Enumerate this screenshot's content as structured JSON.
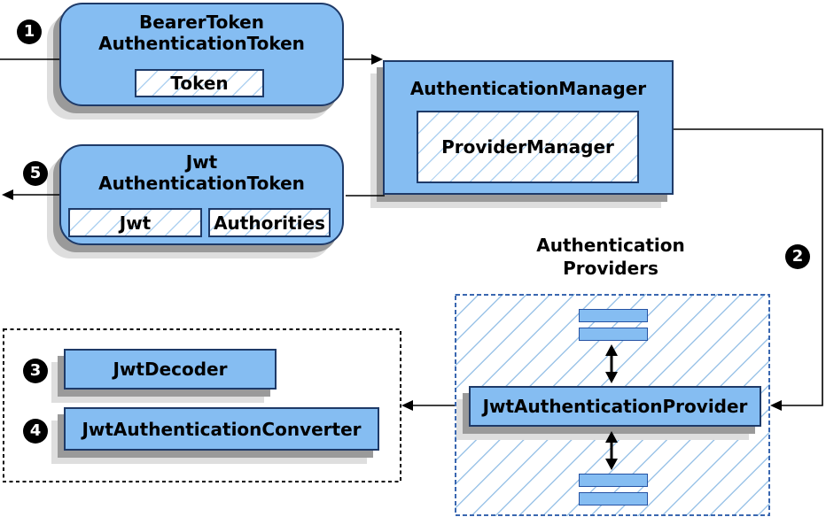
{
  "diagram": {
    "nodes": {
      "bearer_token": {
        "title_line1": "BearerToken",
        "title_line2": "AuthenticationToken",
        "field_token": "Token"
      },
      "authentication_manager": {
        "title": "AuthenticationManager",
        "inner": "ProviderManager"
      },
      "jwt_authentication_token": {
        "title_line1": "Jwt",
        "title_line2": "AuthenticationToken",
        "field_jwt": "Jwt",
        "field_authorities": "Authorities"
      },
      "authentication_providers": {
        "label_line1": "Authentication",
        "label_line2": "Providers",
        "provider": "JwtAuthenticationProvider"
      },
      "jwt_decoder": "JwtDecoder",
      "jwt_authentication_converter": "JwtAuthenticationConverter"
    },
    "badges": {
      "step1": "1",
      "step2": "2",
      "step3": "3",
      "step4": "4",
      "step5": "5"
    },
    "colors": {
      "node_fill": "#85BDF2",
      "node_border": "#1E3A68",
      "hatch_line": "#9CC4E8",
      "dashed_blue_border": "#3A67B0",
      "shadow_dark": "#9A9A9A",
      "shadow_light": "#DEDEDE",
      "connector": "#000000",
      "badge_background": "#000000",
      "badge_text": "#FFFFFF"
    }
  }
}
